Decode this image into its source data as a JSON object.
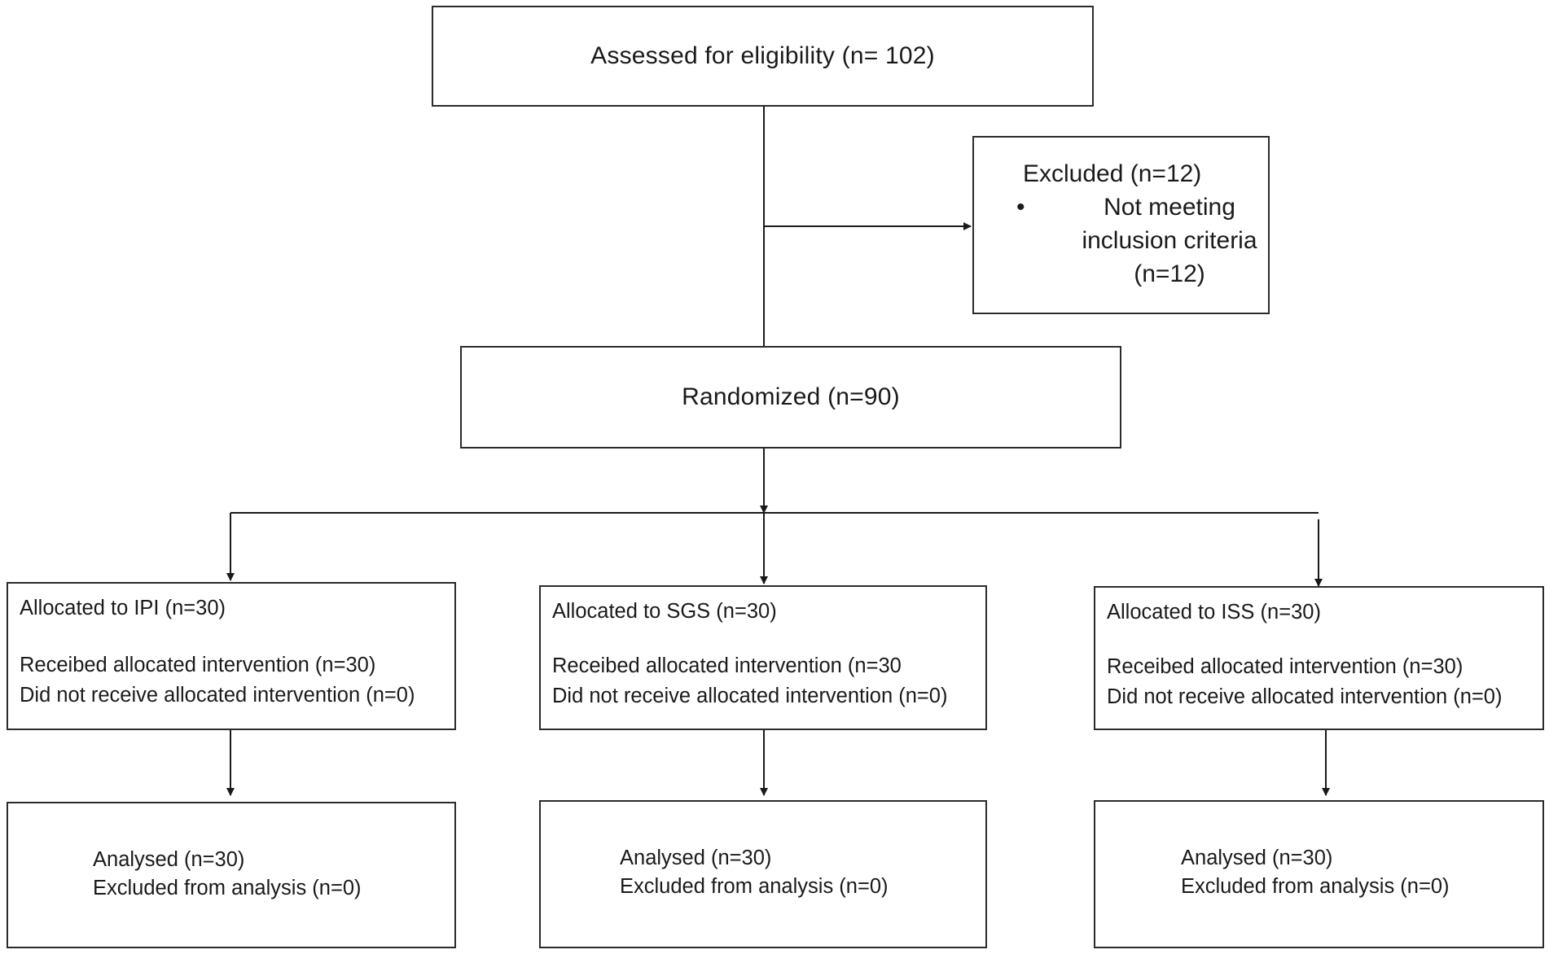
{
  "assessed": {
    "text": "Assessed for eligibility  (n= 102)"
  },
  "excluded": {
    "title": "Excluded (n=12)",
    "bullet": "•",
    "reason_line1": "Not meeting",
    "reason_line2": "inclusion criteria",
    "reason_line3": "(n=12)"
  },
  "randomized": {
    "text": "Randomized (n=90)"
  },
  "groups": [
    {
      "allocated": "Allocated to IPI (n=30)",
      "received": "Receibed allocated intervention  (n=30)",
      "not_received": "Did not receive allocated intervention  (n=0)",
      "analysed": "Analysed (n=30)",
      "excluded_analysis": "Excluded from analysis (n=0)"
    },
    {
      "allocated": "Allocated to SGS (n=30)",
      "received": "Receibed allocated intervention  (n=30",
      "not_received": "Did not receive allocated intervention  (n=0)",
      "analysed": "Analysed (n=30)",
      "excluded_analysis": "Excluded from analysis (n=0)"
    },
    {
      "allocated": "Allocated to ISS (n=30)",
      "received": "Receibed allocated intervention  (n=30)",
      "not_received": "Did not receive allocated intervention  (n=0)",
      "analysed": "Analysed (n=30)",
      "excluded_analysis": "Excluded from analysis (n=0)"
    }
  ],
  "colors": {
    "line": "#1a1a1a",
    "border": "#2b2b2b",
    "text": "#1a1a1a"
  }
}
